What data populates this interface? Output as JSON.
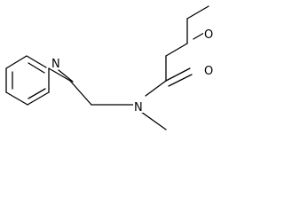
{
  "molecule": {
    "atoms": [
      {
        "id": "n_pyr",
        "symbol": "N"
      },
      {
        "id": "n_amide",
        "symbol": "N"
      },
      {
        "id": "o_ketone",
        "symbol": "O"
      },
      {
        "id": "o_amide",
        "symbol": "O"
      }
    ]
  },
  "colors": {
    "bond": "#000000",
    "label": "#000000",
    "background": "#ffffff"
  }
}
